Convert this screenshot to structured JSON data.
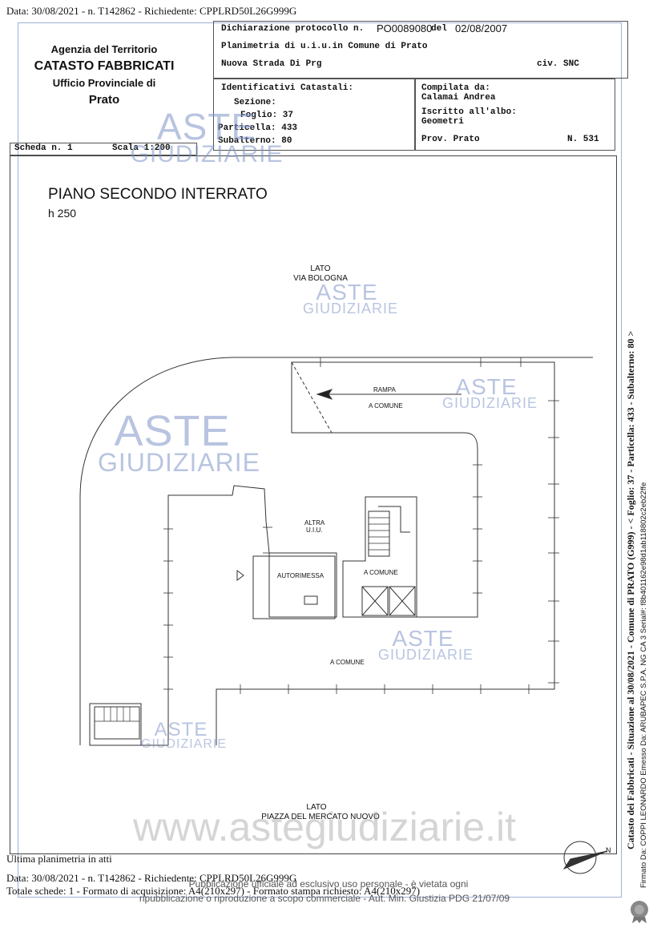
{
  "header_line": "Data: 30/08/2021 - n. T142862 - Richiedente: CPPLRD50L26G999G",
  "agency": {
    "line1": "Agenzia del Territorio",
    "line2": "CATASTO FABBRICATI",
    "line3": "Ufficio Provinciale di",
    "line4": "Prato"
  },
  "protocol": {
    "label": "Dichiarazione protocollo n.",
    "number": "PO0089080",
    "del": "del",
    "date": "02/08/2007"
  },
  "planimetria": "Planimetria di u.i.u.in Comune di Prato",
  "address": "Nuova Strada Di Prg",
  "civ": "civ. SNC",
  "identificativi": {
    "title": "Identificativi Catastali:",
    "sezione": "Sezione:",
    "foglio": "Foglio: 37",
    "particella": "Particella: 433",
    "subalterno": "Subalterno: 80"
  },
  "compilata": {
    "title": "Compilata da:",
    "name": "Calamai Andrea",
    "iscritto": "Iscritto all'albo:",
    "albo": "Geometri",
    "prov": "Prov. Prato",
    "n": "N. 531"
  },
  "scheda": "Scheda n. 1",
  "scala": "Scala 1:200",
  "plan": {
    "title": "PIANO SECONDO INTERRATO",
    "height": "h 250",
    "lato_top_1": "LATO",
    "lato_top_2": "VIA BOLOGNA",
    "rampa": "RAMPA",
    "a_comune": "A COMUNE",
    "altra_1": "ALTRA",
    "altra_2": "U.I.U.",
    "autorimessa": "AUTORIMESSA",
    "lato_bottom_1": "LATO",
    "lato_bottom_2": "PIAZZA DEL MERCATO NUOVO",
    "north": "N"
  },
  "watermark": {
    "aste": "ASTE",
    "giudiziarie": "GIUDIZIARIE",
    "site": "www.astegiudiziarie.it"
  },
  "footer": {
    "ultima": "Ultima planimetria in atti",
    "data_line": "Data: 30/08/2021 - n. T142862 - Richiedente: CPPLRD50L26G999G",
    "totale": "Totale schede: 1 - Formato di acquisizione: A4(210x297) - Formato stampa richiesto: A4(210x297)",
    "pub1": "Pubblicazione ufficiale ad esclusivo uso personale - è vietata ogni",
    "pub2": "ripubblicazione o riproduzione a scopo commerciale - Aut. Min. Giustizia PDG 21/07/09"
  },
  "side": {
    "catasto": "Catasto dei Fabbricati - Situazione al 30/08/2021 - Comune di PRATO (G999) - < Foglio: 37 - Particella: 433 - Subalterno: 80 >",
    "firma": "Firmato Da: COPPI LEONARDO Emesso Da: ARUBAPEC S.P.A. NG CA 3 Serial#: f8b401162e98d1ab118802c2eb22ffe"
  }
}
